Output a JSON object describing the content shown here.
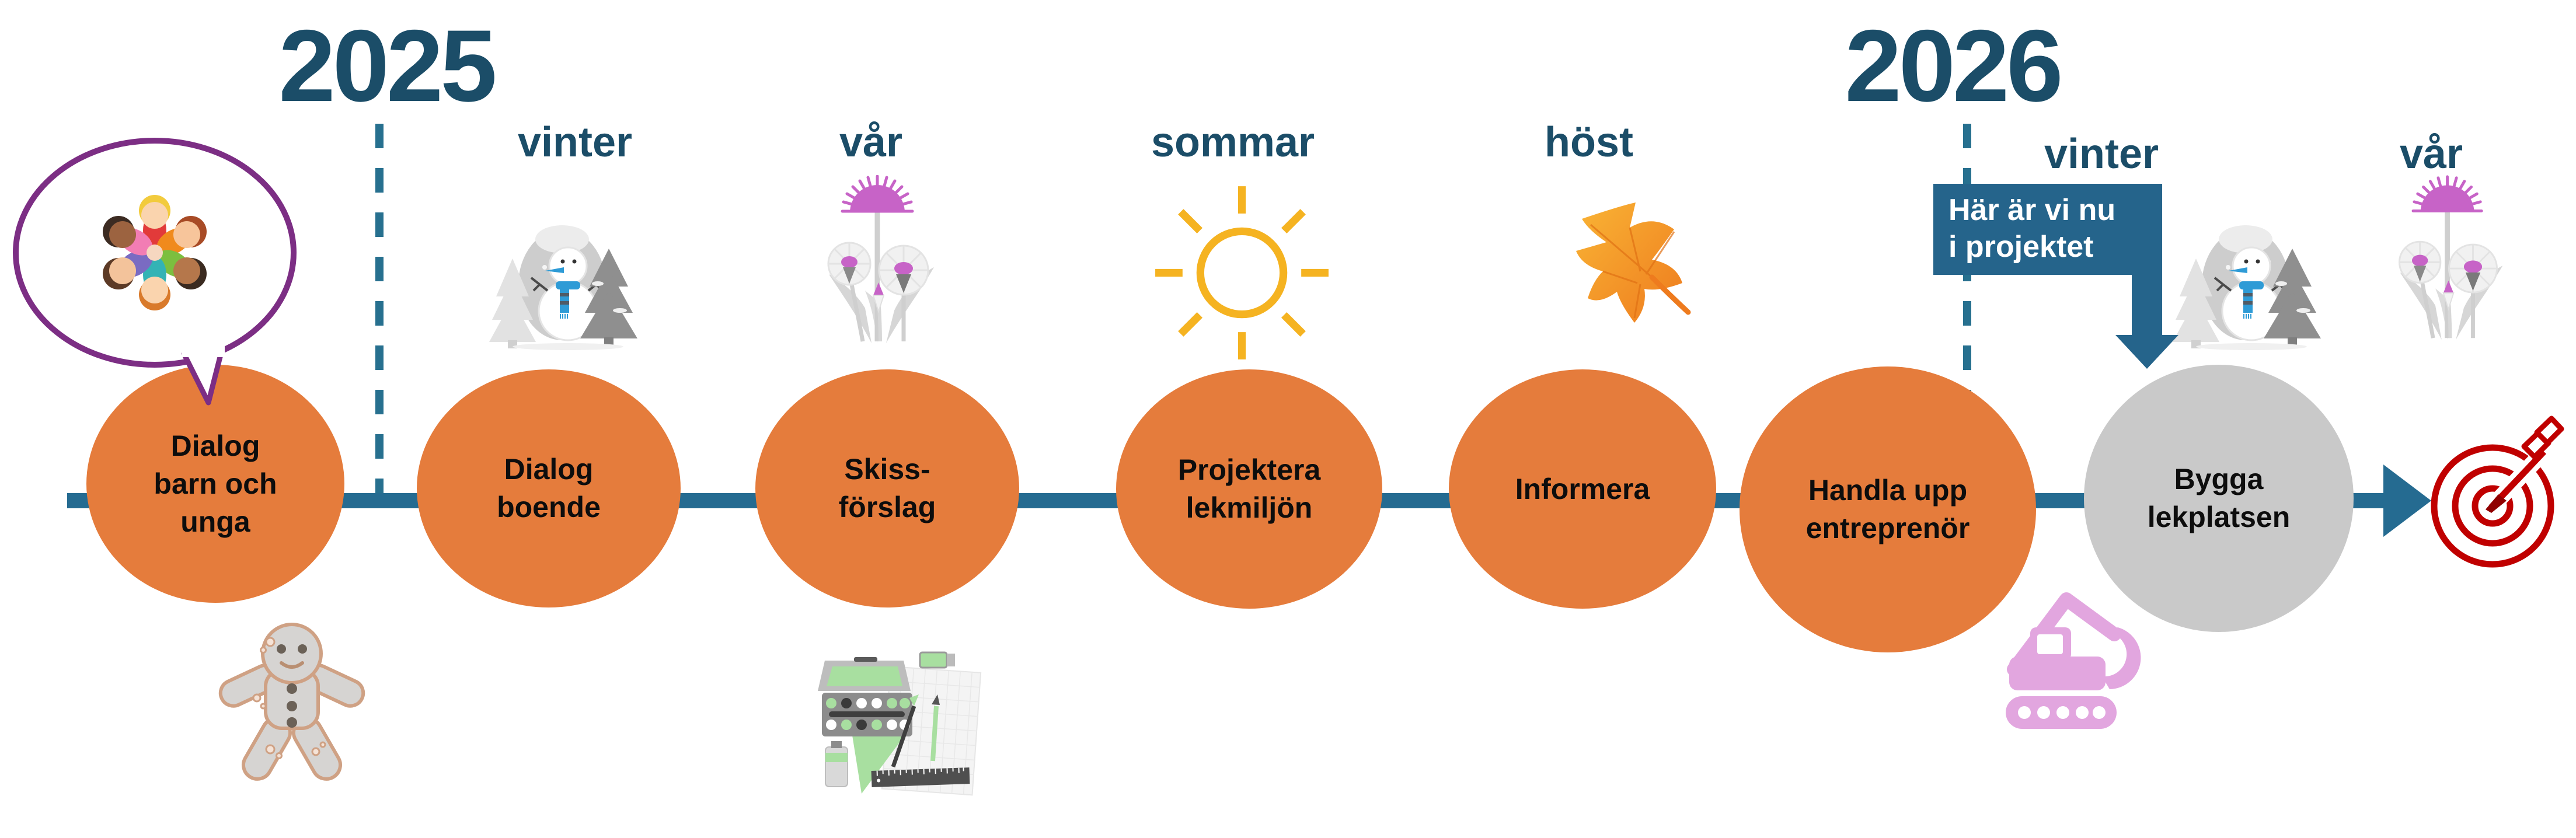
{
  "years": [
    {
      "label": "2025"
    },
    {
      "label": "2026"
    }
  ],
  "seasons": [
    {
      "label": "vinter"
    },
    {
      "label": "vår"
    },
    {
      "label": "sommar"
    },
    {
      "label": "höst"
    },
    {
      "label": "vinter"
    },
    {
      "label": "vår"
    }
  ],
  "steps": [
    {
      "label": "Dialog\nbarn och\nunga"
    },
    {
      "label": "Dialog\nboende"
    },
    {
      "label": "Skiss-\nförslag"
    },
    {
      "label": "Projektera\nlekmiljön"
    },
    {
      "label": "Informera"
    },
    {
      "label": "Handla upp\nentreprenör"
    },
    {
      "label": "Bygga\nlekplatsen"
    }
  ],
  "callout": {
    "line1": "Här är vi nu",
    "line2": "i projektet"
  },
  "colors": {
    "step_orange": "#e57c3c",
    "step_gray": "#c9c9c9",
    "timeline_teal": "#256b91",
    "heading_teal": "#1b4d68",
    "callout_teal": "#25648b",
    "bubble_purple": "#7c2e84",
    "excavator_pink": "#e2a6df",
    "target_red": "#c00000",
    "sun_yellow": "#f5b321",
    "leaf_orange": "#ee7b1e"
  },
  "icons": {
    "speech_bubble": "children-dialog-bubble",
    "gingerbread": "gingerbread-man",
    "winter": "snowman-and-trees",
    "spring": "dandelions",
    "summer": "sun",
    "autumn": "maple-leaf",
    "sketch": "art-supplies",
    "build": "excavator",
    "goal": "target-with-dart"
  }
}
